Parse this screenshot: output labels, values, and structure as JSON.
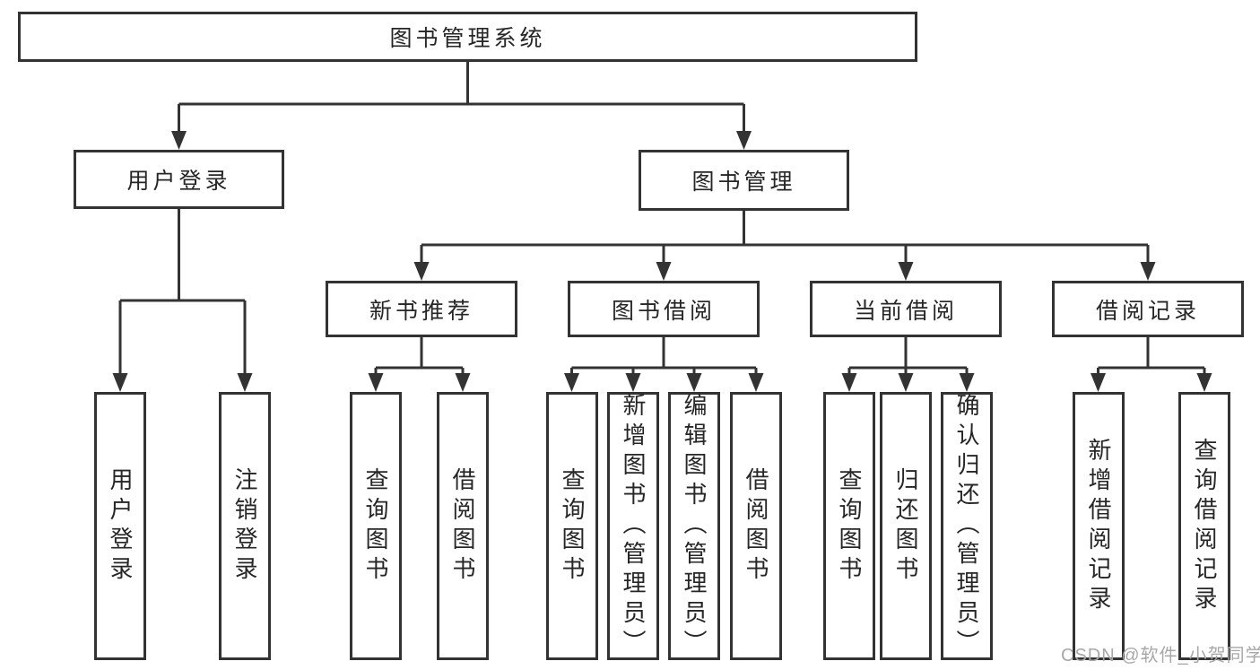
{
  "tree": {
    "label": "图书管理系统",
    "children": [
      {
        "label": "用户登录",
        "children": [
          {
            "label": "用户登录"
          },
          {
            "label": "注销登录"
          }
        ]
      },
      {
        "label": "图书管理",
        "children": [
          {
            "label": "新书推荐",
            "children": [
              {
                "label": "查询图书"
              },
              {
                "label": "借阅图书"
              }
            ]
          },
          {
            "label": "图书借阅",
            "children": [
              {
                "label": "查询图书"
              },
              {
                "label": "新增图书（管理员）"
              },
              {
                "label": "编辑图书（管理员）"
              },
              {
                "label": "借阅图书"
              }
            ]
          },
          {
            "label": "当前借阅",
            "children": [
              {
                "label": "查询图书"
              },
              {
                "label": "归还图书"
              },
              {
                "label": "确认归还（管理员）"
              }
            ]
          },
          {
            "label": "借阅记录",
            "children": [
              {
                "label": "新增借阅记录"
              },
              {
                "label": "查询借阅记录"
              }
            ]
          }
        ]
      }
    ]
  },
  "watermark": {
    "text": "CSDN @软件_小贺同学"
  },
  "colors": {
    "line": "#333333",
    "text": "#262626",
    "watermark": "#a8a8a8",
    "background": "#ffffff"
  }
}
